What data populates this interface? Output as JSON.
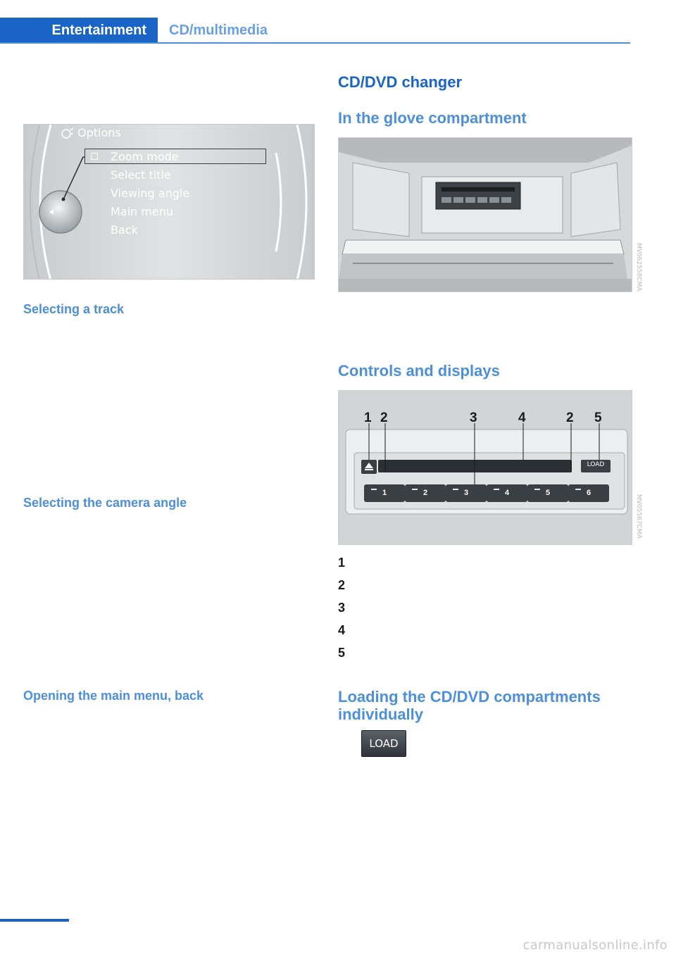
{
  "header": {
    "tab_active": "Entertainment",
    "tab_inactive": "CD/multimedia"
  },
  "left": {
    "options_menu": {
      "title": "Options",
      "items": [
        "Zoom mode",
        "Select title",
        "Viewing angle",
        "Main menu",
        "Back"
      ],
      "selected_index": 0
    },
    "headings": {
      "track": "Selecting a track",
      "camera": "Selecting the camera angle",
      "main_menu": "Opening the main menu, back"
    }
  },
  "right": {
    "title": "CD/DVD changer",
    "glove_heading": "In the glove compartment",
    "glove_photo_code": "MV062558CMA",
    "controls_heading": "Controls and displays",
    "controls_photo_code": "MV05567CMA",
    "callouts": [
      "1",
      "2",
      "3",
      "4",
      "2",
      "5"
    ],
    "slot_buttons": [
      "1",
      "2",
      "3",
      "4",
      "5",
      "6"
    ],
    "load_label": "LOAD",
    "legend": [
      "1",
      "2",
      "3",
      "4",
      "5"
    ],
    "loading_heading_line1": "Loading the CD/DVD compartments",
    "loading_heading_line2": "individually",
    "load_button_label": "LOAD"
  },
  "footer": {
    "watermark": "carmanualsonline.info"
  },
  "colors": {
    "accent": "#1a63c7",
    "accent_light": "#4d8fd8"
  }
}
